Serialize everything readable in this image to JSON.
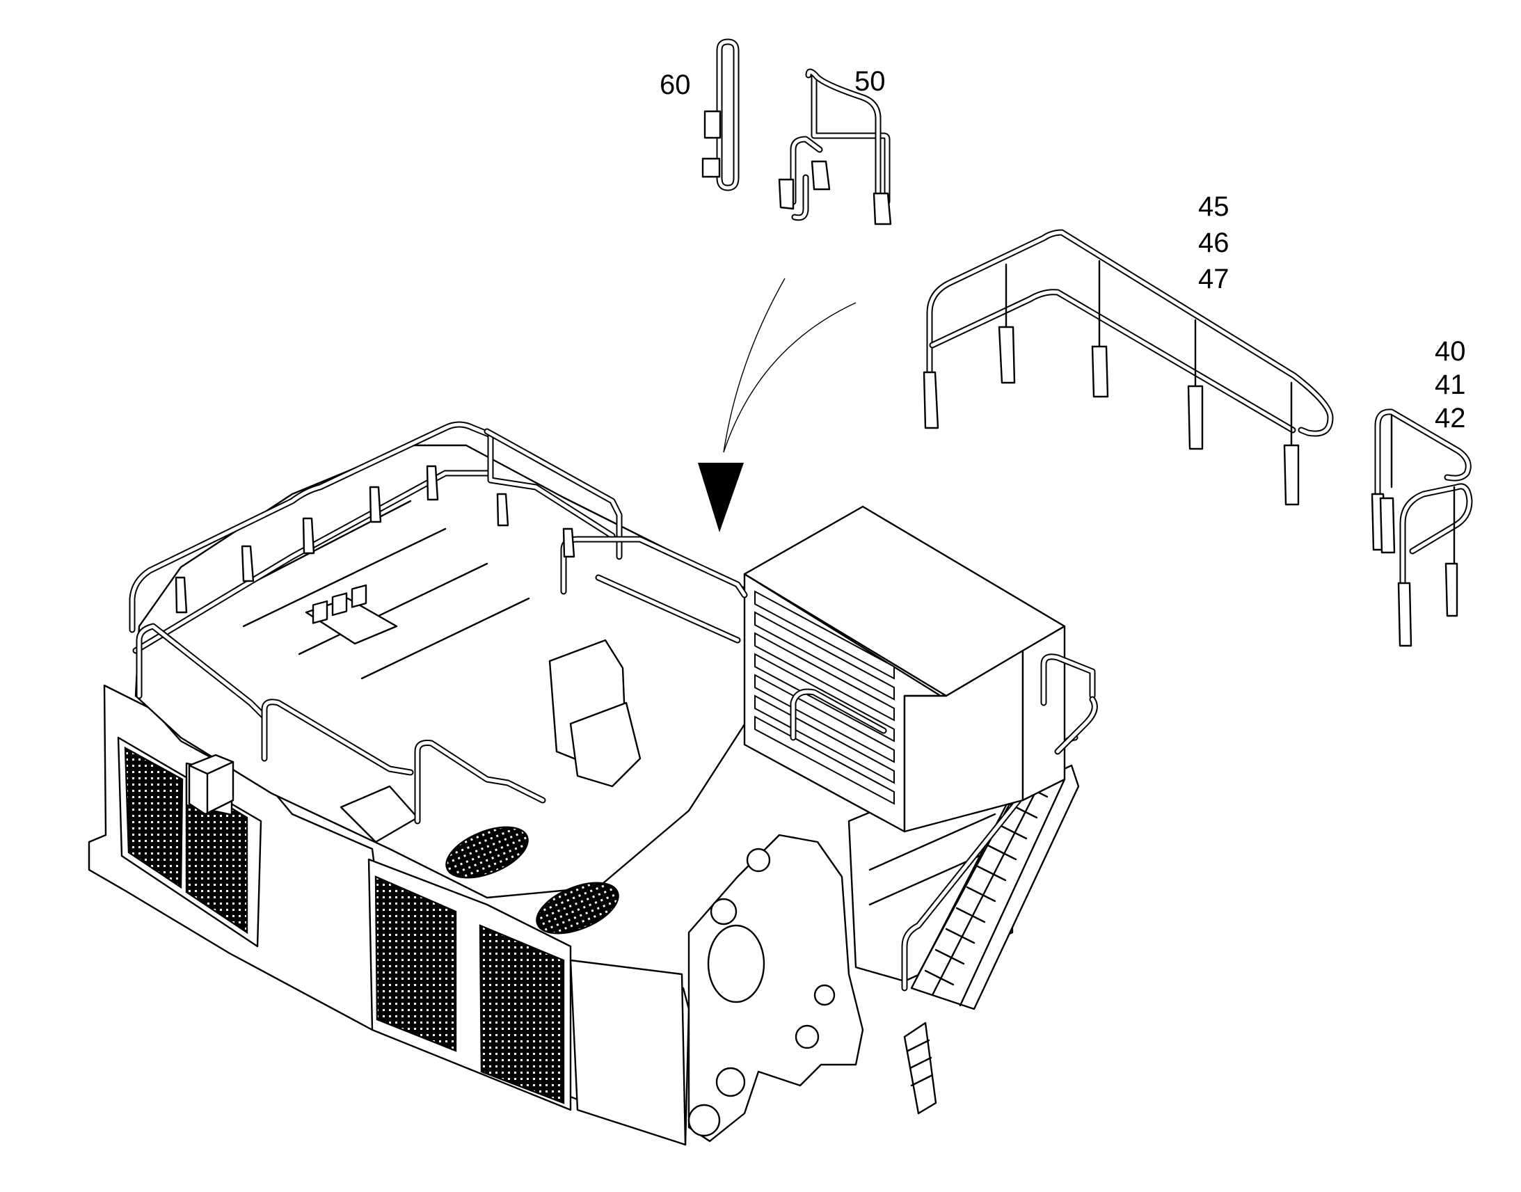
{
  "figure": {
    "callouts": [
      {
        "id": "60",
        "lines": [
          "60"
        ]
      },
      {
        "id": "50",
        "lines": [
          "50"
        ]
      },
      {
        "id": "45-47",
        "lines": [
          "45",
          "46",
          "47"
        ]
      },
      {
        "id": "40-42",
        "lines": [
          "40",
          "41",
          "42"
        ]
      }
    ]
  },
  "colors": {
    "line": "#000000",
    "background": "#ffffff"
  }
}
